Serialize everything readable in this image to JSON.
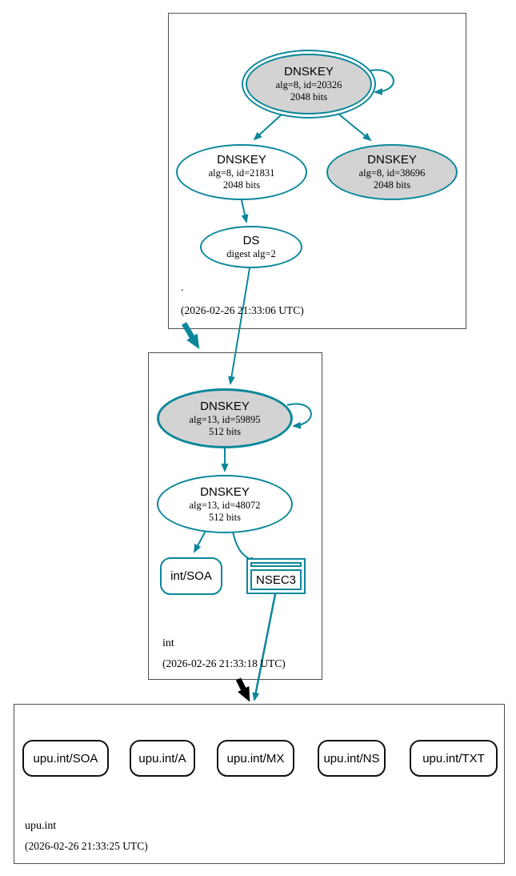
{
  "colors": {
    "secure_teal": "#0a879a",
    "insecure_black": "#000000",
    "node_gray_fill": "#d3d3d3",
    "node_white_fill": "#ffffff",
    "zone_box_border": "#4f4f4f"
  },
  "zones": {
    "root": {
      "label": ".",
      "timestamp": "(2026-02-26 21:33:06 UTC)"
    },
    "int": {
      "label": "int",
      "timestamp": "(2026-02-26 21:33:18 UTC)"
    },
    "upu_int": {
      "label": "upu.int",
      "timestamp": "(2026-02-26 21:33:25 UTC)"
    }
  },
  "nodes": {
    "root_ksk": {
      "title": "DNSKEY",
      "detail": "alg=8, id=20326",
      "bits": "2048 bits"
    },
    "root_zsk": {
      "title": "DNSKEY",
      "detail": "alg=8, id=21831",
      "bits": "2048 bits"
    },
    "root_key_38696": {
      "title": "DNSKEY",
      "detail": "alg=8, id=38696",
      "bits": "2048 bits"
    },
    "root_ds": {
      "title": "DS",
      "detail": "digest alg=2"
    },
    "int_ksk": {
      "title": "DNSKEY",
      "detail": "alg=13, id=59895",
      "bits": "512 bits"
    },
    "int_zsk": {
      "title": "DNSKEY",
      "detail": "alg=13, id=48072",
      "bits": "512 bits"
    },
    "int_soa": {
      "label": "int/SOA"
    },
    "int_nsec3": {
      "label": "NSEC3"
    },
    "upu_soa": {
      "label": "upu.int/SOA"
    },
    "upu_a": {
      "label": "upu.int/A"
    },
    "upu_mx": {
      "label": "upu.int/MX"
    },
    "upu_ns": {
      "label": "upu.int/NS"
    },
    "upu_txt": {
      "label": "upu.int/TXT"
    }
  }
}
